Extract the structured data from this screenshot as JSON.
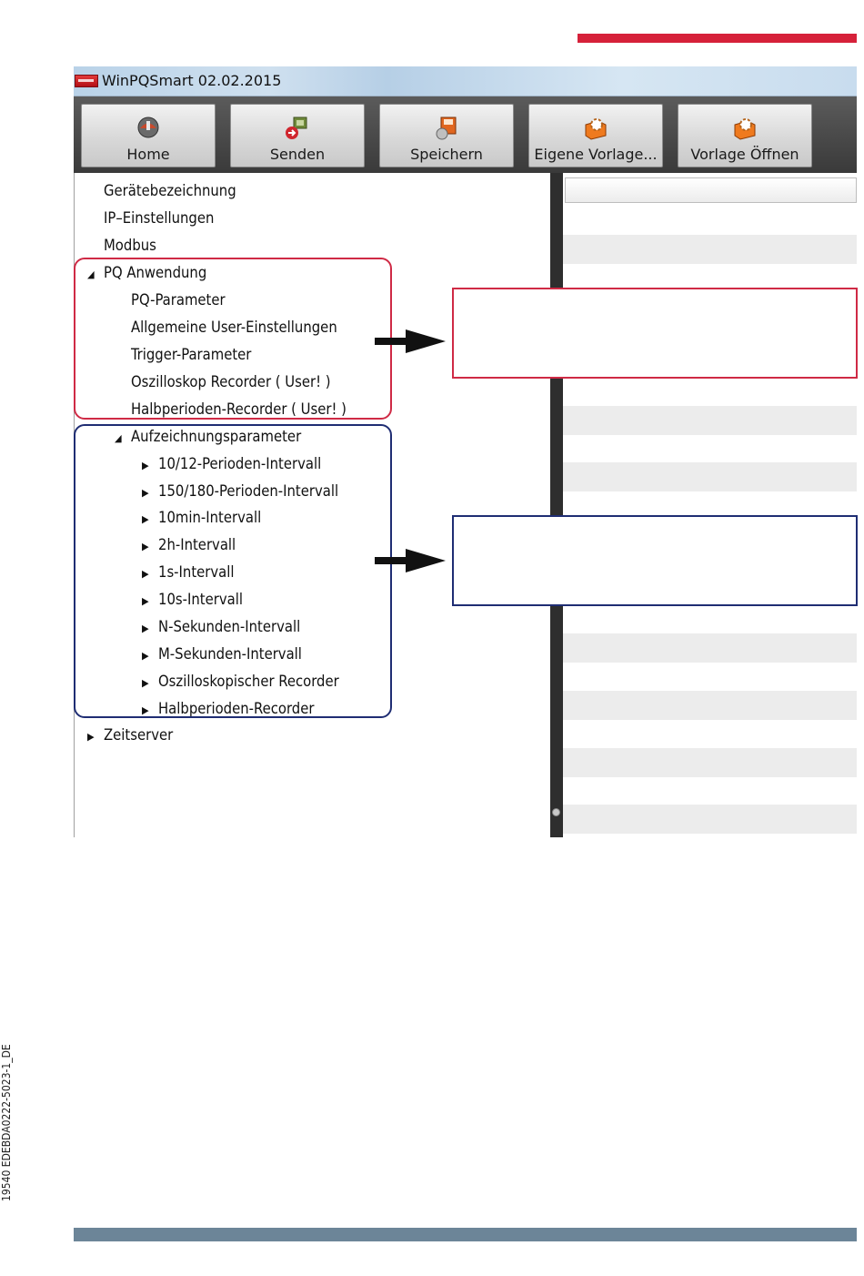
{
  "window": {
    "title": "WinPQSmart 02.02.2015"
  },
  "toolbar": {
    "buttons": [
      {
        "label": "Home",
        "icon": "home-icon"
      },
      {
        "label": "Senden",
        "icon": "send-icon"
      },
      {
        "label": "Speichern",
        "icon": "save-icon"
      },
      {
        "label": "Eigene Vorlage...",
        "icon": "template-gear-icon"
      },
      {
        "label": "Vorlage Öffnen",
        "icon": "template-open-icon"
      }
    ]
  },
  "tree": {
    "items": [
      {
        "label": "Gerätebezeichnung",
        "arrow": ""
      },
      {
        "label": "IP–Einstellungen",
        "arrow": ""
      },
      {
        "label": "Modbus",
        "arrow": ""
      },
      {
        "label": "PQ Anwendung",
        "arrow": "◢"
      },
      {
        "label": "PQ-Parameter",
        "arrow": ""
      },
      {
        "label": "Allgemeine User-Einstellungen",
        "arrow": ""
      },
      {
        "label": "Trigger-Parameter",
        "arrow": ""
      },
      {
        "label": "Oszilloskop Recorder ( User! )",
        "arrow": ""
      },
      {
        "label": "Halbperioden-Recorder ( User! )",
        "arrow": ""
      },
      {
        "label": "Aufzeichnungsparameter",
        "arrow": "◢"
      },
      {
        "label": "10/12-Perioden-Intervall",
        "arrow": "▶"
      },
      {
        "label": "150/180-Perioden-Intervall",
        "arrow": "▶"
      },
      {
        "label": "10min-Intervall",
        "arrow": "▶"
      },
      {
        "label": "2h-Intervall",
        "arrow": "▶"
      },
      {
        "label": "1s-Intervall",
        "arrow": "▶"
      },
      {
        "label": "10s-Intervall",
        "arrow": "▶"
      },
      {
        "label": "N-Sekunden-Intervall",
        "arrow": "▶"
      },
      {
        "label": "M-Sekunden-Intervall",
        "arrow": "▶"
      },
      {
        "label": "Oszilloskopischer Recorder",
        "arrow": "▶"
      },
      {
        "label": "Halbperioden-Recorder",
        "arrow": "▶"
      },
      {
        "label": "Zeitserver",
        "arrow": "▶"
      }
    ]
  },
  "document": {
    "id": "19540 EDEBDA0222-5023-1_DE"
  },
  "colors": {
    "accent_red": "#d6213a",
    "box_red": "#cf2a45",
    "box_blue": "#1f2d73",
    "footer_bar": "#6c8598"
  }
}
